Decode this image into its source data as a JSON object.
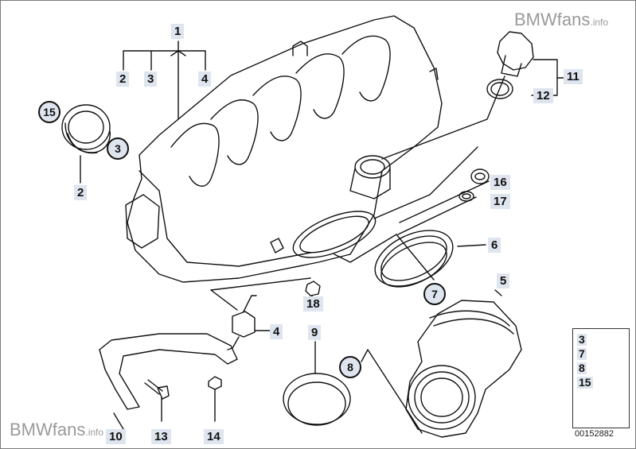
{
  "watermark": {
    "top_brand": "BMWfans",
    "top_suffix": ".info",
    "bottom_brand": "BMWfans",
    "bottom_suffix": ".info"
  },
  "diagram_code": "00152882",
  "labels": {
    "l1": "1",
    "l2a": "2",
    "l3a": "3",
    "l4a": "4",
    "l2b": "2",
    "l4b": "4",
    "l5": "5",
    "l6": "6",
    "l9": "9",
    "l10": "10",
    "l11": "11",
    "l12": "12",
    "l13": "13",
    "l14": "14",
    "l16": "16",
    "l17": "17",
    "l18": "18"
  },
  "circled": {
    "c15": "15",
    "c3": "3",
    "c7": "7",
    "c8": "8"
  },
  "legend": {
    "items": [
      "3",
      "7",
      "8",
      "15"
    ]
  },
  "colors": {
    "label_bg": "#dfe5ee",
    "line": "#111111",
    "watermark": "#9a9a9a"
  }
}
